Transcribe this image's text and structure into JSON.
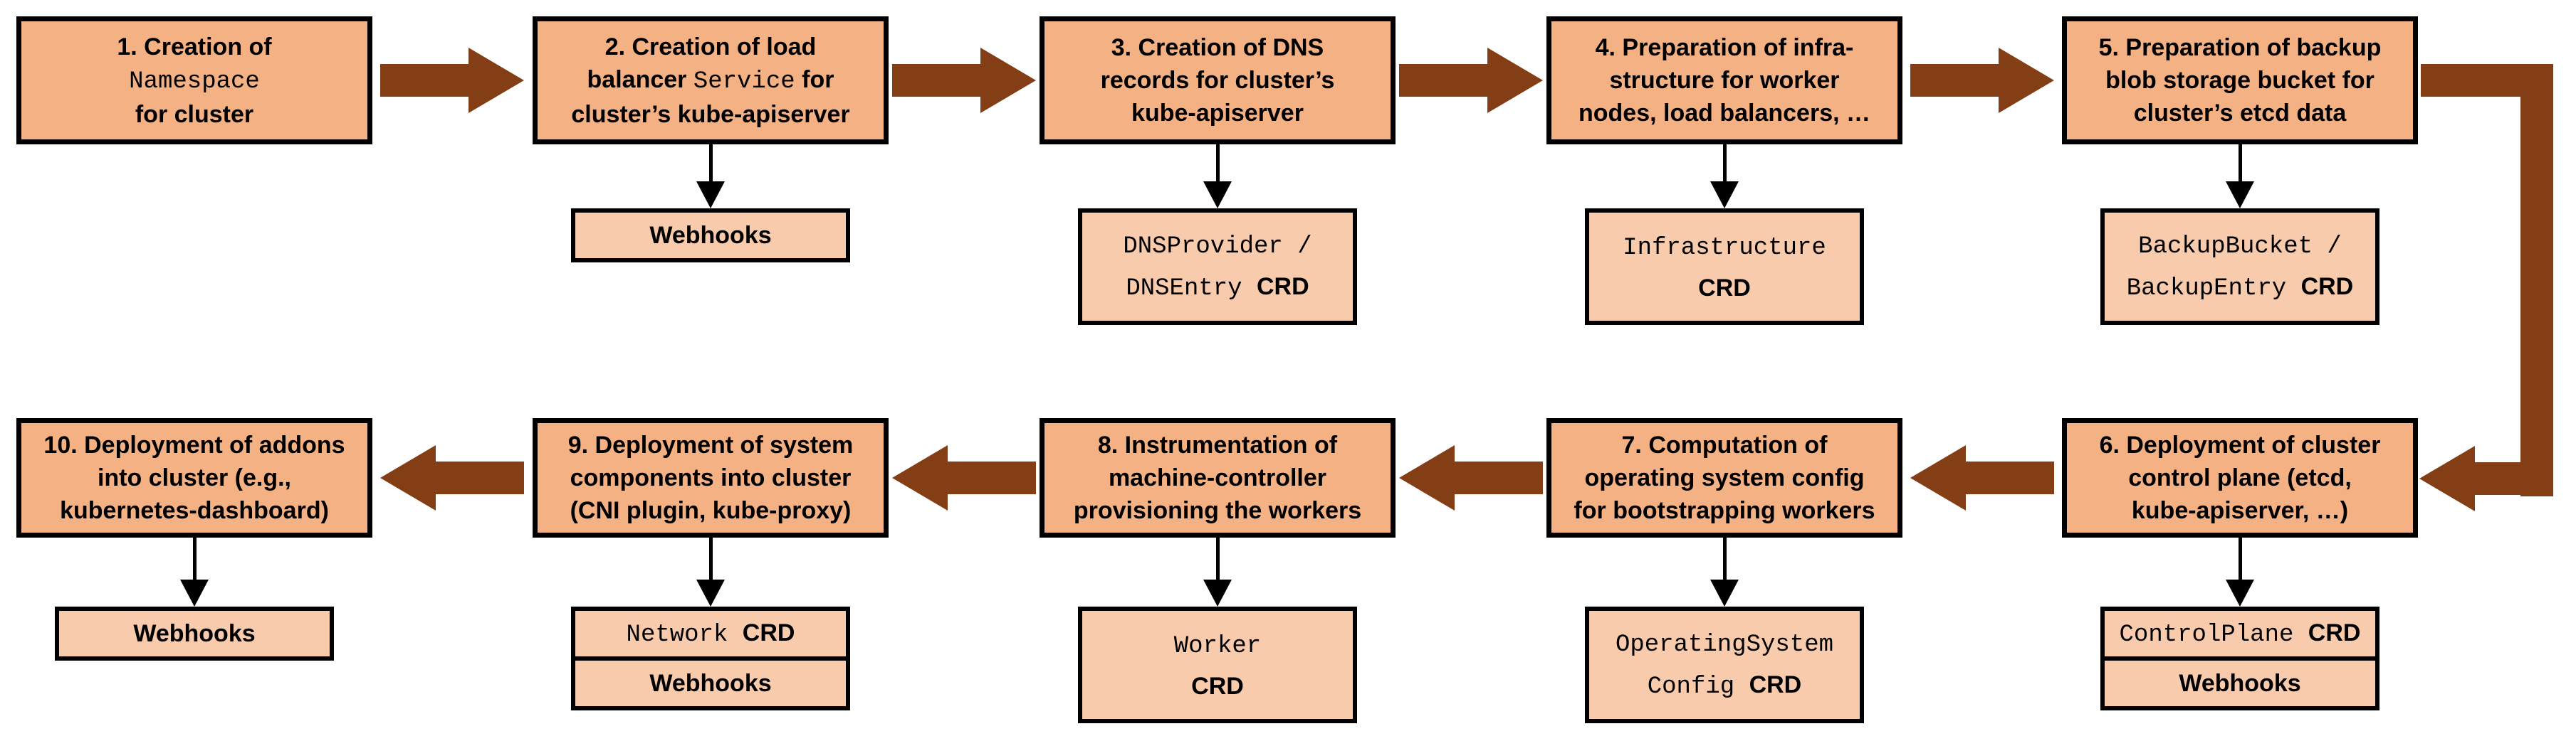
{
  "diagram_title": "Cluster creation flow (10 steps)",
  "colors": {
    "step_box_fill": "#F4B183",
    "crd_box_fill": "#F8CBAD",
    "border": "#000000",
    "flow_arrow": "#843E16",
    "background": "#FFFFFF"
  },
  "steps": {
    "s1": {
      "t1": "1. Creation of",
      "t2_code": "Namespace",
      "t3": "for cluster"
    },
    "s2": {
      "t1": "2. Creation of load",
      "t2a": "balancer ",
      "t2b_code": "Service",
      "t2c": " for",
      "t3": "cluster’s kube-apiserver",
      "w1": "Webhooks"
    },
    "s3": {
      "t1": "3. Creation of DNS",
      "t2": "records for cluster’s",
      "t3": "kube-apiserver",
      "c1": "DNSProvider /",
      "c2": "DNSEntry ",
      "crd": "CRD"
    },
    "s4": {
      "t1": "4. Preparation of infra-",
      "t2": "structure for worker",
      "t3": "nodes, load balancers, …",
      "c1": "Infrastructure",
      "crd": "CRD"
    },
    "s5": {
      "t1": "5. Preparation of backup",
      "t2": "blob storage bucket for",
      "t3": "cluster’s etcd data",
      "c1": "BackupBucket /",
      "c2": "BackupEntry ",
      "crd": "CRD"
    },
    "s6": {
      "t1": "6. Deployment of cluster",
      "t2": "control plane (etcd,",
      "t3": "kube-apiserver, …)",
      "c1": "ControlPlane ",
      "crd": "CRD",
      "w1": "Webhooks"
    },
    "s7": {
      "t1": "7. Computation of",
      "t2": "operating system config",
      "t3": "for bootstrapping workers",
      "c1": "OperatingSystem",
      "c2": "Config ",
      "crd": "CRD"
    },
    "s8": {
      "t1": "8. Instrumentation of",
      "t2": "machine-controller",
      "t3": "provisioning the workers",
      "c1": "Worker",
      "crd": "CRD"
    },
    "s9": {
      "t1": "9. Deployment of system",
      "t2": "components into cluster",
      "t3": "(CNI plugin, kube-proxy)",
      "c1": "Network ",
      "crd": "CRD",
      "w1": "Webhooks"
    },
    "s10": {
      "t1": "10. Deployment of addons",
      "t2": "into cluster (e.g.,",
      "t3": "kubernetes-dashboard)",
      "w1": "Webhooks"
    }
  }
}
